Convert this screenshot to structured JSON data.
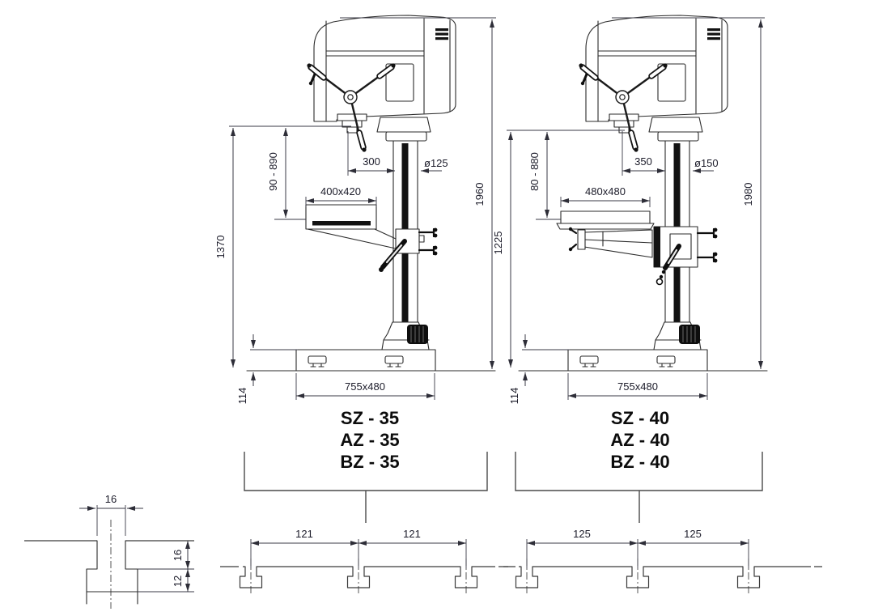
{
  "machines": {
    "left": {
      "models": [
        "SZ - 35",
        "AZ - 35",
        "BZ - 35"
      ],
      "overall_height": "1960",
      "spindle_nose_height": "1370",
      "drill_stroke": "90 - 890",
      "throat_depth": "300",
      "column_diameter": "ø125",
      "table_size": "400x420",
      "base_plate": "755x480",
      "base_height": "114",
      "tslot_pitch": [
        "121",
        "121"
      ]
    },
    "right": {
      "models": [
        "SZ - 40",
        "AZ - 40",
        "BZ - 40"
      ],
      "overall_height": "1980",
      "spindle_nose_height": "1225",
      "drill_stroke": "80 - 880",
      "throat_depth": "350",
      "column_diameter": "ø150",
      "table_size": "480x480",
      "base_plate": "755x480",
      "base_height": "114",
      "tslot_pitch": [
        "125",
        "125"
      ]
    }
  },
  "tslot_detail": {
    "slot_width": "16",
    "slot_depth": "16",
    "undercut_depth": "12"
  },
  "colors": {
    "drawing_line": "#2b2b2b",
    "dimension": "#1c1c2a",
    "label": "#0c0c0c",
    "background": "#ffffff"
  }
}
